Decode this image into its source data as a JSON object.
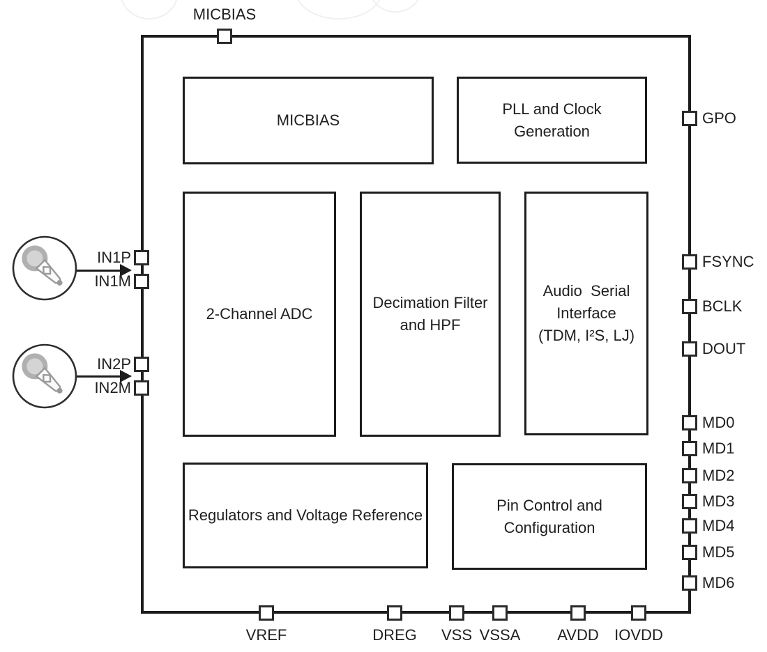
{
  "chip": {
    "blocks": {
      "micbias": {
        "label": "MICBIAS"
      },
      "pll_clock": {
        "label": "PLL and Clock\nGeneration"
      },
      "adc": {
        "label": "2-Channel ADC"
      },
      "decimation_filter": {
        "label": "Decimation Filter\nand HPF"
      },
      "audio_serial_interface": {
        "label": "Audio  Serial\nInterface\n(TDM, I²S, LJ)"
      },
      "regulators": {
        "label": "Regulators and Voltage Reference"
      },
      "pin_control": {
        "label": "Pin Control and\nConfiguration"
      }
    },
    "pins": {
      "micbias": "MICBIAS",
      "gpo": "GPO",
      "fsync": "FSYNC",
      "bclk": "BCLK",
      "dout": "DOUT",
      "md0": "MD0",
      "md1": "MD1",
      "md2": "MD2",
      "md3": "MD3",
      "md4": "MD4",
      "md5": "MD5",
      "md6": "MD6",
      "in1p": "IN1P",
      "in1m": "IN1M",
      "in2p": "IN2P",
      "in2m": "IN2M",
      "vref": "VREF",
      "dreg": "DREG",
      "vss": "VSS",
      "vssa": "VSSA",
      "avdd": "AVDD",
      "iovdd": "IOVDD"
    },
    "icons": {
      "mic1": "microphone-in-circle",
      "mic2": "microphone-in-circle"
    },
    "colors": {
      "line": "#1c1c1c",
      "text": "#1f1f1f",
      "background": "#ffffff",
      "pin_fill": "#ffffff",
      "mic_gray": "#b0b0b0"
    }
  }
}
